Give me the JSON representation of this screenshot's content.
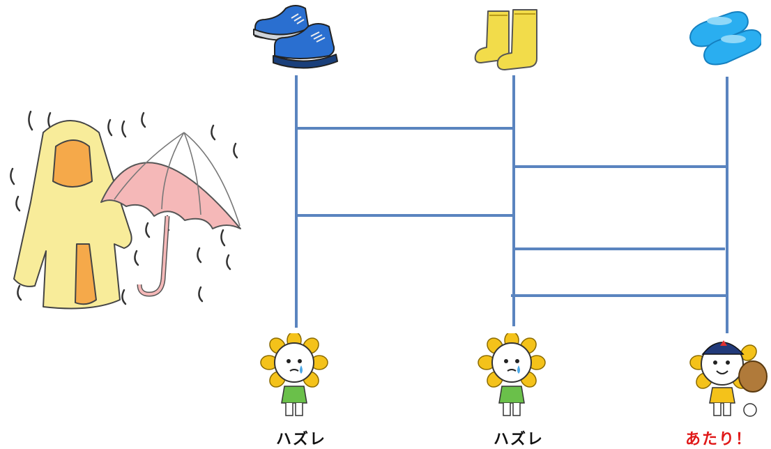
{
  "colors": {
    "ladder_line": "#5a84bf",
    "miss_text": "#111111",
    "win_text": "#e01818",
    "raincoat": "#f8ec9a",
    "umbrella": "#f5b8b8",
    "sneaker": "#2a6fd0",
    "boot": "#f2dc4a",
    "slipper": "#2aaef0",
    "sunflower_petal": "#f4c21a"
  },
  "illustration": {
    "left_icon": "raincoat-umbrella-rain-icon"
  },
  "shoes": [
    {
      "icon": "sneakers-icon"
    },
    {
      "icon": "rain-boots-icon"
    },
    {
      "icon": "slippers-icon"
    }
  ],
  "results": [
    {
      "icon": "crying-sunflower-icon",
      "label": "ハズレ"
    },
    {
      "icon": "crying-sunflower-icon",
      "label": "ハズレ"
    },
    {
      "icon": "baseball-sunflower-icon",
      "label": "あたり！"
    }
  ]
}
